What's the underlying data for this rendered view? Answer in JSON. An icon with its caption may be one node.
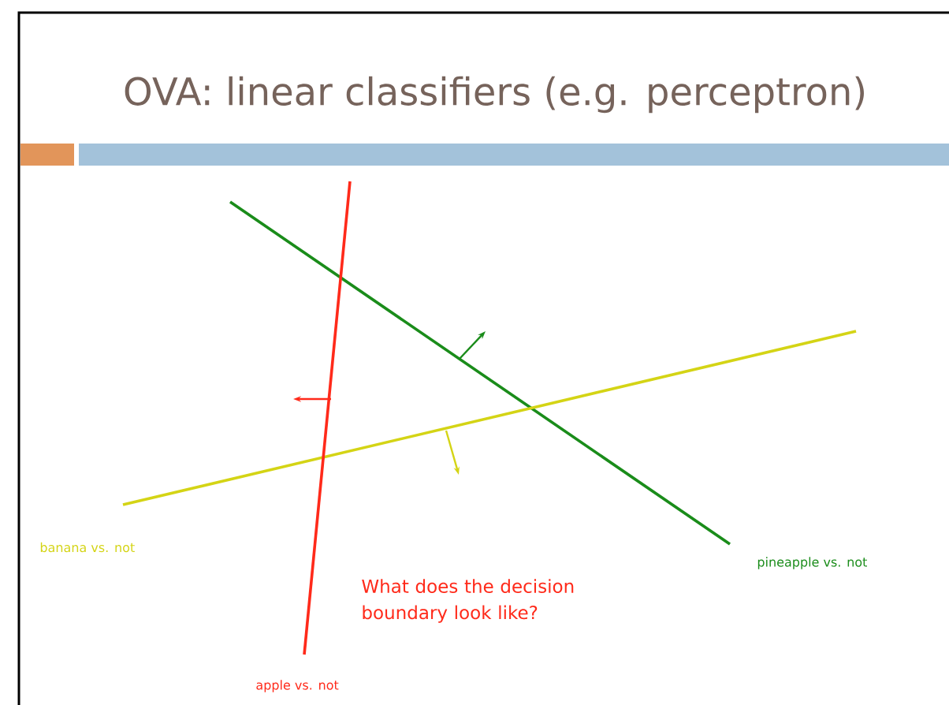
{
  "diagram": {
    "title": "OVA: linear classifiers (e.g. perceptron)",
    "labels": [
      "banana vs. not",
      "pineapple vs. not",
      "What does the decision boundary look like?",
      "apple vs. not"
    ]
  }
}
